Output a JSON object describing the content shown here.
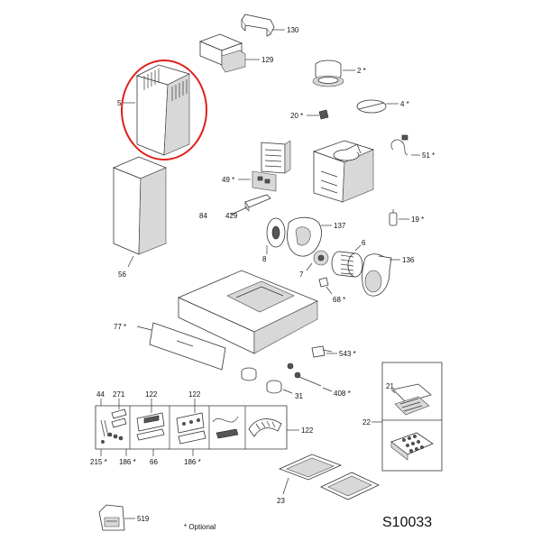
{
  "diagram": {
    "code": "S10033",
    "note": "* Optional",
    "highlight_color": "#e0201b",
    "labels": {
      "p130": "130",
      "p129": "129",
      "p2": "2 *",
      "p4": "4 *",
      "p5": "5",
      "p20": "20 *",
      "p51": "51 *",
      "p49": "49 *",
      "p84": "84",
      "p429": "429",
      "p137": "137",
      "p19": "19 *",
      "p8": "8",
      "p6": "6",
      "p7": "7",
      "p136": "136",
      "p68": "68 *",
      "p56": "56",
      "p77": "77 *",
      "p543": "543 *",
      "p408": "408 *",
      "p31": "31",
      "p44": "44",
      "p271": "271",
      "p122a": "122",
      "p122b": "122",
      "p122c": "122",
      "p215": "215 *",
      "p186a": "186 *",
      "p66": "66",
      "p186b": "186 *",
      "p21": "21",
      "p22": "22",
      "p23": "23",
      "p519": "519"
    }
  }
}
